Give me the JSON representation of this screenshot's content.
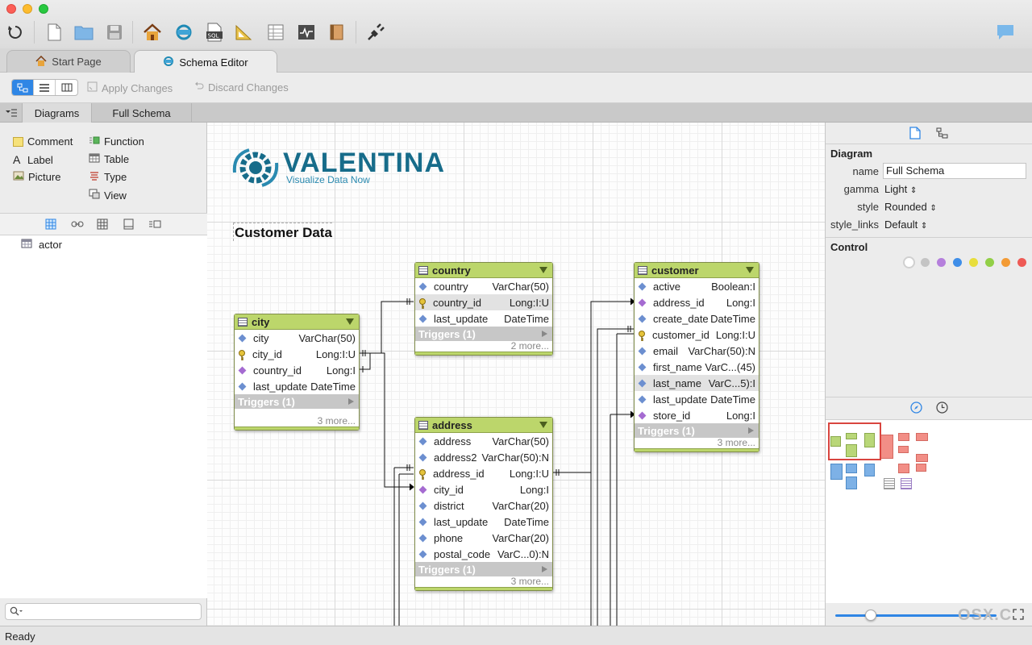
{
  "tabs": [
    {
      "label": "Start Page"
    },
    {
      "label": "Schema Editor"
    }
  ],
  "actions": {
    "apply": "Apply Changes",
    "discard": "Discard Changes"
  },
  "subtabs": {
    "diagrams": "Diagrams",
    "full_schema": "Full Schema"
  },
  "left_panel": {
    "palette": {
      "comment": "Comment",
      "function": "Function",
      "label": "Label",
      "table": "Table",
      "picture": "Picture",
      "type": "Type",
      "view": "View"
    },
    "objects": [
      "actor"
    ]
  },
  "canvas": {
    "logo_title": "VALENTINA",
    "logo_sub": "Visualize Data Now",
    "caption": "Customer Data"
  },
  "tables": {
    "country": {
      "name": "country",
      "fields": [
        {
          "name": "country",
          "type": "VarChar(50)",
          "marker": "diamond-blue"
        },
        {
          "name": "country_id",
          "type": "Long:I:U",
          "marker": "key"
        },
        {
          "name": "last_update",
          "type": "DateTime",
          "marker": "diamond-blue"
        }
      ],
      "triggers": "Triggers (1)",
      "more": "2 more..."
    },
    "city": {
      "name": "city",
      "fields": [
        {
          "name": "city",
          "type": "VarChar(50)",
          "marker": "diamond-blue"
        },
        {
          "name": "city_id",
          "type": "Long:I:U",
          "marker": "key"
        },
        {
          "name": "country_id",
          "type": "Long:I",
          "marker": "diamond-purple"
        },
        {
          "name": "last_update",
          "type": "DateTime",
          "marker": "diamond-blue"
        }
      ],
      "triggers": "Triggers (1)",
      "more": "3 more..."
    },
    "address": {
      "name": "address",
      "fields": [
        {
          "name": "address",
          "type": "VarChar(50)",
          "marker": "diamond-blue"
        },
        {
          "name": "address2",
          "type": "VarChar(50):N",
          "marker": "diamond-blue"
        },
        {
          "name": "address_id",
          "type": "Long:I:U",
          "marker": "key"
        },
        {
          "name": "city_id",
          "type": "Long:I",
          "marker": "diamond-purple"
        },
        {
          "name": "district",
          "type": "VarChar(20)",
          "marker": "diamond-blue"
        },
        {
          "name": "last_update",
          "type": "DateTime",
          "marker": "diamond-blue"
        },
        {
          "name": "phone",
          "type": "VarChar(20)",
          "marker": "diamond-blue"
        },
        {
          "name": "postal_code",
          "type": "VarC...0):N",
          "marker": "diamond-blue"
        }
      ],
      "triggers": "Triggers (1)",
      "more": "3 more..."
    },
    "customer": {
      "name": "customer",
      "fields": [
        {
          "name": "active",
          "type": "Boolean:I",
          "marker": "diamond-blue"
        },
        {
          "name": "address_id",
          "type": "Long:I",
          "marker": "diamond-purple"
        },
        {
          "name": "create_date",
          "type": "DateTime",
          "marker": "diamond-blue"
        },
        {
          "name": "customer_id",
          "type": "Long:I:U",
          "marker": "key"
        },
        {
          "name": "email",
          "type": "VarChar(50):N",
          "marker": "diamond-blue"
        },
        {
          "name": "first_name",
          "type": "VarC...(45)",
          "marker": "diamond-blue"
        },
        {
          "name": "last_name",
          "type": "VarC...5):I",
          "marker": "diamond-blue"
        },
        {
          "name": "last_update",
          "type": "DateTime",
          "marker": "diamond-blue"
        },
        {
          "name": "store_id",
          "type": "Long:I",
          "marker": "diamond-purple"
        }
      ],
      "triggers": "Triggers (1)",
      "more": "3 more..."
    }
  },
  "right_panel": {
    "diagram_title": "Diagram",
    "name_label": "name",
    "name_value": "Full Schema",
    "gamma_label": "gamma",
    "gamma_value": "Light",
    "style_label": "style",
    "style_value": "Rounded",
    "style_links_label": "style_links",
    "style_links_value": "Default",
    "control_title": "Control",
    "colors": [
      "#ffffff",
      "#c4c4c4",
      "#b57fdc",
      "#3f8ee8",
      "#e8de3c",
      "#92cf47",
      "#f39b35",
      "#ee5a55"
    ]
  },
  "status": {
    "text": "Ready"
  },
  "watermark": "OSX.C"
}
